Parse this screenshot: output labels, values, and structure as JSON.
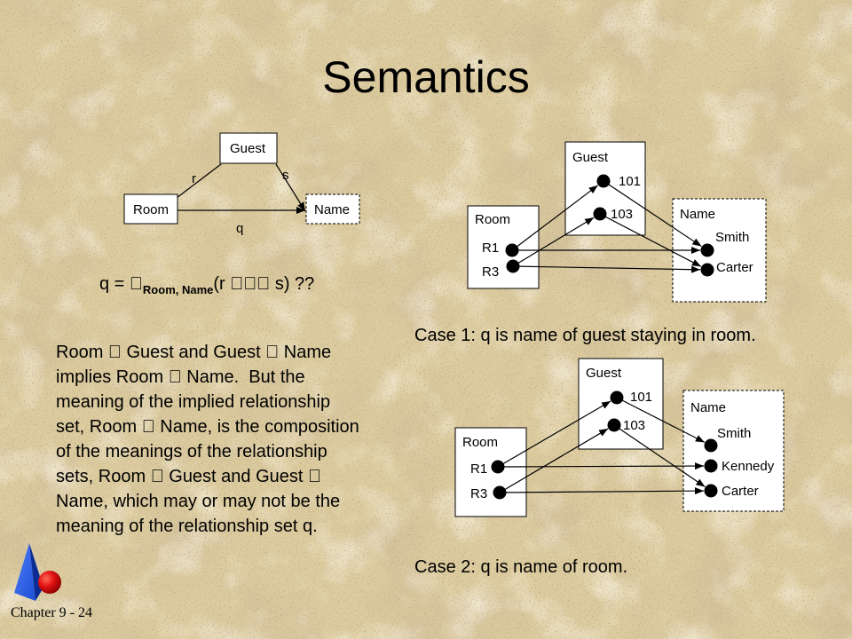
{
  "slide": {
    "title": "Semantics",
    "footer": "Chapter 9 - 24"
  },
  "schema_diagram": {
    "guest": "Guest",
    "room": "Room",
    "name": "Name",
    "r_label": "r",
    "s_label": "s",
    "q_label": "q"
  },
  "formula": {
    "lhs": "q = ",
    "pi": "",
    "subscript": "Room, Name",
    "open": "(r ",
    "join": "",
    "close": " s) ??"
  },
  "explanation": {
    "lines": [
      "Room  Guest and Guest  Name",
      "implies Room  Name.  But the",
      "meaning of the implied relationship",
      "set, Room  Name, is the composition",
      "of the meanings of the relationship",
      "sets, Room  Guest and Guest ",
      "Name, which may or may not be the",
      "meaning of the relationship set q."
    ]
  },
  "case1": {
    "caption": "Case 1: q is name of guest staying in room.",
    "room": "Room",
    "guest": "Guest",
    "name": "Name",
    "rooms": [
      "R1",
      "R3"
    ],
    "guests": [
      "101",
      "103"
    ],
    "names": [
      "Smith",
      "Carter"
    ],
    "r_pairs": [
      [
        0,
        0
      ],
      [
        1,
        1
      ]
    ],
    "s_pairs": [
      [
        0,
        0
      ],
      [
        1,
        1
      ]
    ],
    "q_pairs": [
      [
        0,
        0
      ],
      [
        1,
        1
      ]
    ]
  },
  "case2": {
    "caption": "Case 2: q is name of room.",
    "room": "Room",
    "guest": "Guest",
    "name": "Name",
    "rooms": [
      "R1",
      "R3"
    ],
    "guests": [
      "101",
      "103"
    ],
    "names": [
      "Smith",
      "Kennedy",
      "Carter"
    ],
    "r_pairs": [
      [
        0,
        0
      ],
      [
        1,
        1
      ]
    ],
    "s_pairs": [
      [
        0,
        0
      ],
      [
        1,
        2
      ]
    ],
    "q_pairs": [
      [
        0,
        1
      ],
      [
        1,
        2
      ]
    ]
  },
  "colors": {
    "background": "#dccb9e",
    "logo_blue": "#1f4fd6",
    "logo_red": "#e01010"
  }
}
